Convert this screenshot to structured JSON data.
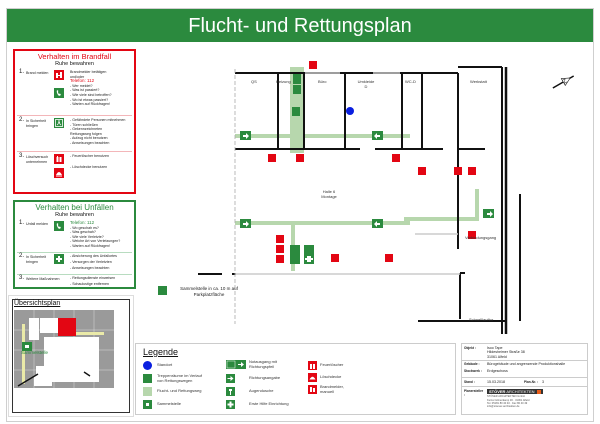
{
  "title": "Flucht- und Rettungsplan",
  "fire_panel": {
    "title": "Verhalten im Brandfall",
    "subtitle": "Ruhe bewahren",
    "steps": [
      {
        "num": "1.",
        "label": "Brand melden",
        "lines": [
          "Brandmelder betätigen",
          "und/oder",
          "Telefon: 112",
          "- Wer meldet?",
          "- Was ist passiert?",
          "- Wie viele sind betroffen?",
          "- Wo ist etwas passiert?",
          "- Warten auf Rückfragen!"
        ]
      },
      {
        "num": "2.",
        "label": "In Sicherheit bringen",
        "lines": [
          "- Gefährdete Personen mitnehmen",
          "- Türen schließen",
          "- Gekennzeichneten",
          "  Rettungsweg folgen",
          "- Aufzug nicht benutzen",
          "- Anweisungen beachten"
        ]
      },
      {
        "num": "3.",
        "label": "Löschversuch unternehmen",
        "lines": [
          "- Feuerlöscher benutzen",
          "- Löschdecke benutzen"
        ]
      }
    ]
  },
  "accident_panel": {
    "title": "Verhalten bei Unfällen",
    "subtitle": "Ruhe bewahren",
    "steps": [
      {
        "num": "1.",
        "label": "Unfall melden",
        "lines": [
          "Telefon: 112",
          "- Wo geschah es?",
          "- Was geschah?",
          "- Wie viele Verletzte?",
          "- Welche Art von Verletzungen?",
          "- Warten auf Rückfragen!"
        ]
      },
      {
        "num": "2.",
        "label": "In Sicherheit bringen",
        "lines": [
          "- Absicherung des Unfallortes",
          "- Versorgen der Verletzten",
          "- Anweisungen beachten"
        ]
      },
      {
        "num": "3.",
        "label": "Weitere Maßnahmen",
        "lines": [
          "- Rettungsdienste einweisen",
          "- Schaulustige entfernen"
        ]
      }
    ]
  },
  "overview": {
    "title": "Übersichtsplan",
    "assembly_label": "Sammelstelle"
  },
  "plan": {
    "rooms": {
      "qs": "QS",
      "heizung": "Heizung",
      "buero": "Büro",
      "umkleide": "Umkleide D",
      "wc": "WC-D",
      "werkstatt": "Werkstatt",
      "halle": "Halle 6 Montage",
      "verbindungsgang": "Verbindungsgang",
      "schnelllauftor": "Schnelllauftor"
    },
    "assembly_note": "Sammelstelle in ca. 10 m auf Parkplatzfläche"
  },
  "legend": {
    "title": "Legende",
    "items": {
      "standort": "Standort",
      "treppenraeume": "Treppenräume im Verlauf von Rettungswegen",
      "fluchtweg": "Flucht- und Rettungsweg",
      "sammelstelle": "Sammelstelle",
      "notausgang": "Notausgang mit Richtungspfeil",
      "richtung": "Richtungsangabe",
      "augendusche": "Augendusche",
      "erste_hilfe": "Erste Hilfe Einrichtung",
      "feuerloescher": "Feuerlöscher",
      "loeschdecke": "Löschdecke",
      "brandmelder": "Brandmelder, manuell"
    }
  },
  "info": {
    "objekt_label": "Objekt :",
    "objekt_lines": [
      "Isoo Tape",
      "Hildesheimer Straße 38",
      "31061 Alfeld"
    ],
    "gebaeude_label": "Gebäude :",
    "gebaeude": "Bürogebäude und angrenzende Produktionshalle",
    "stockwerk_label": "Stockwerk :",
    "stockwerk": "Erdgeschoss",
    "stand_label": "Stand :",
    "stand": "15.03.2018",
    "plan_nr_label": "Plan-Nr. :",
    "plan_nr": "3",
    "planersteller_label": "Planersteller :",
    "architect_brand": "STÖVER",
    "architect_brand2": "ARCHITEKTEN",
    "architect_lines": [
      "STÖVER ARCHITEKTEN GmbH",
      "Kurzer Hilmerkamp 30 · 31061 Alfeld",
      "Tel. 05181 80 40 40 · Fax 80 40 49",
      "info@stoever-architekten.de"
    ]
  },
  "colors": {
    "green": "#2b8a3e",
    "red": "#e30613",
    "escape_route": "#b7d7ad",
    "location": "#0a1fe0"
  }
}
